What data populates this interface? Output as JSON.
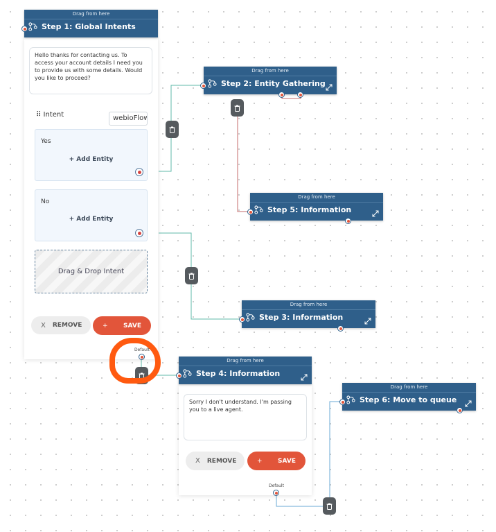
{
  "drag_label": "Drag from here",
  "nodes": {
    "step1": {
      "title": "Step 1: Global Intents"
    },
    "step2": {
      "title": "Step 2: Entity Gathering"
    },
    "step3": {
      "title": "Step 3: Information"
    },
    "step4": {
      "title": "Step 4: Information"
    },
    "step5": {
      "title": "Step 5: Information"
    },
    "step6": {
      "title": "Step 6: Move to queue"
    }
  },
  "step1_panel": {
    "message": "Hello thanks for contacting us. To access your account details I need you to provide us with some details. Would you like to proceed?",
    "intent_label": "⠿ Intent",
    "flow_input_value": "webioFlow",
    "intents": [
      {
        "name": "Yes",
        "add_entity": "+ Add Entity"
      },
      {
        "name": "No",
        "add_entity": "+ Add Entity"
      }
    ],
    "dropzone_label": "Drag & Drop Intent",
    "remove_label": "REMOVE",
    "save_label": "SAVE",
    "remove_icon": "X",
    "save_icon": "+",
    "default_label": "Default"
  },
  "step4_panel": {
    "message": "Sorry I don't understand. I'm passing you to a live agent.",
    "remove_label": "REMOVE",
    "save_label": "SAVE",
    "remove_icon": "X",
    "save_icon": "+",
    "default_label": "Default"
  },
  "colors": {
    "node_header": "#2f5f8a",
    "save_button": "#e2553a",
    "wire_teal": "#5fb8a8",
    "wire_red": "#c46b6b",
    "wire_blue": "#6aa9d6",
    "highlight_annotation": "#ff5a10"
  }
}
